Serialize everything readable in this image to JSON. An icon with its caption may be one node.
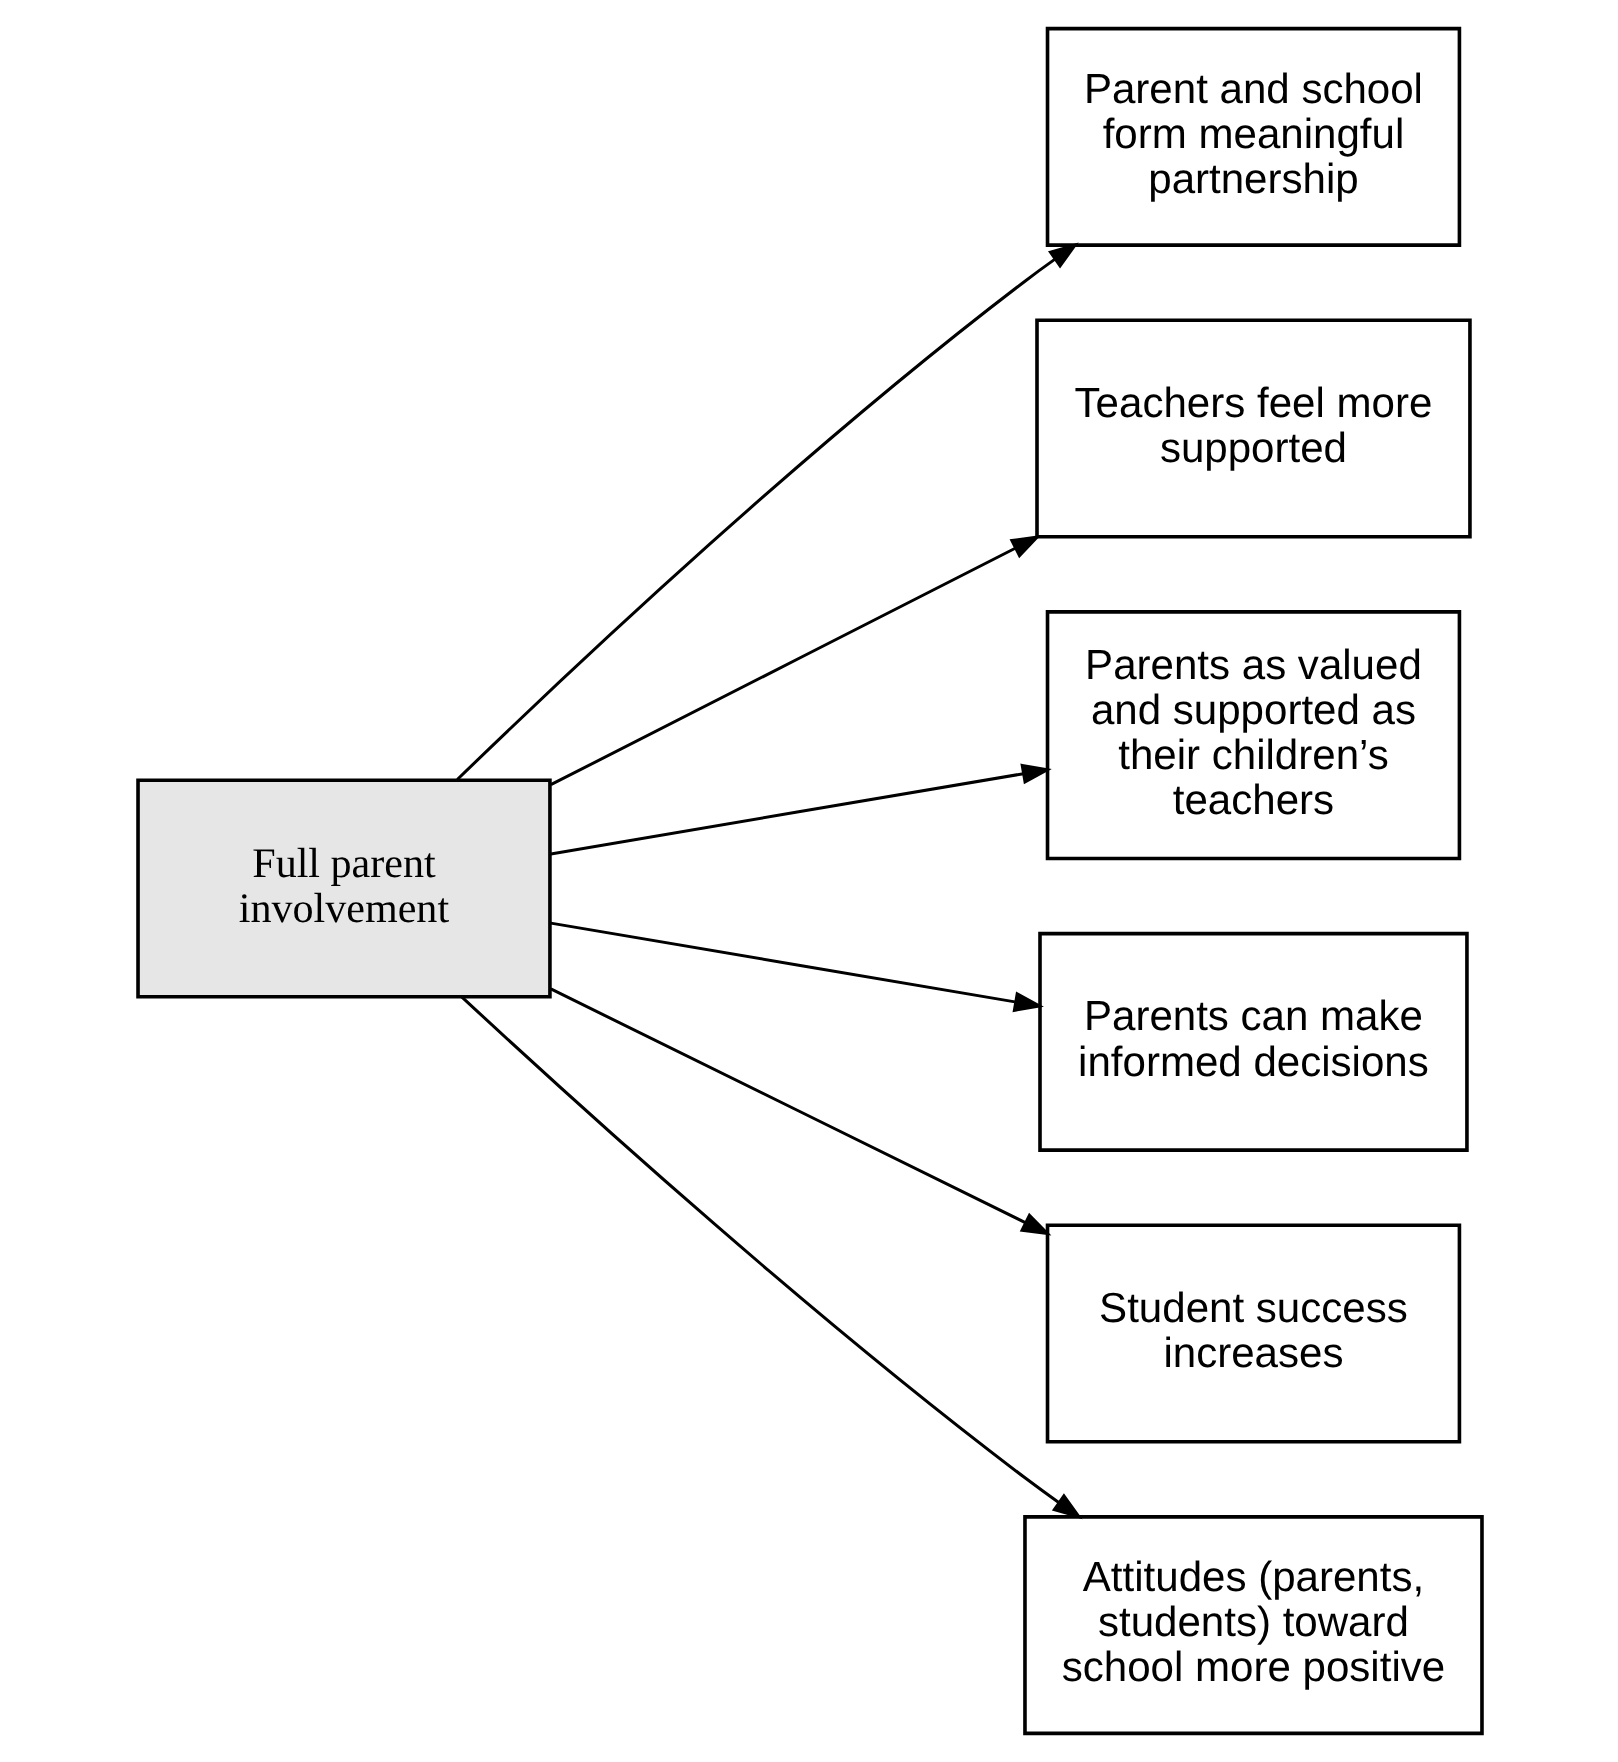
{
  "diagram": {
    "nodes": [
      {
        "text": [
          "Full parent involvement"
        ]
      },
      {
        "text": [
          "Parent and school form meaningful partnership"
        ]
      },
      {
        "text": [
          "Teachers feel more supported"
        ]
      },
      {
        "text": [
          "Parents as valued and supported as their children’s teachers"
        ]
      },
      {
        "text": [
          "Parents can make informed decisions"
        ]
      },
      {
        "text": [
          "Student success increases"
        ]
      },
      {
        "text": [
          "Attitudes (parents, students) toward school more positive"
        ]
      }
    ],
    "edges": [
      {
        "from": 0,
        "to": 1,
        "arrow": "to"
      },
      {
        "from": 0,
        "to": 2,
        "arrow": "to"
      },
      {
        "from": 0,
        "to": 3,
        "arrow": "to"
      },
      {
        "from": 0,
        "to": 4,
        "arrow": "to"
      },
      {
        "from": 0,
        "to": 5,
        "arrow": "to"
      },
      {
        "from": 0,
        "to": 6,
        "arrow": "to"
      }
    ]
  }
}
